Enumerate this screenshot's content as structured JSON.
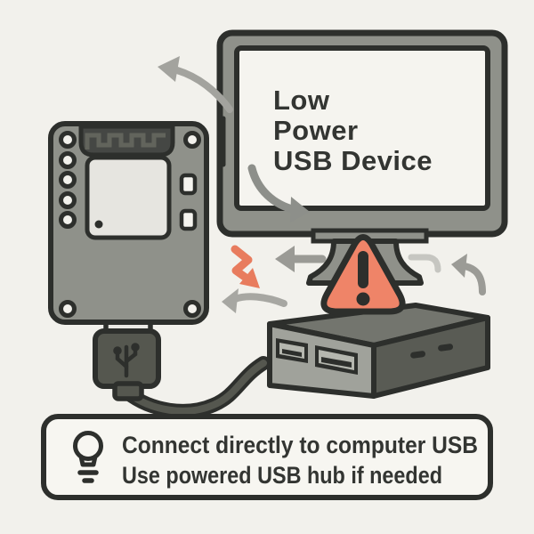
{
  "illustration": {
    "title": "Low Power USB Device warning diagram",
    "screen": {
      "lines": [
        "Low",
        "Power",
        "USB Device"
      ]
    },
    "tip": {
      "lines": [
        "Connect directly to computer USB",
        "Use powered USB hub if needed"
      ]
    },
    "devices": {
      "monitor": "computer-monitor",
      "board": "usb-dev-board",
      "hub": "usb-hub-two-ports",
      "cable": "usb-cable"
    },
    "icons": {
      "warning": "warning-triangle-exclamation-icon",
      "bulb": "lightbulb-icon",
      "usb": "usb-trident-icon",
      "power_flicker": "zigzag-power-arrow-icon"
    }
  },
  "colors": {
    "background": "#f2f1ec",
    "outline": "#2d2f2c",
    "device_gray": "#8f918a",
    "screen_bg": "#f5f4ef",
    "text": "#333532",
    "warning_fill": "#ef8468",
    "warning_arrow": "#e87c5e",
    "hub_front": "#a0a29b",
    "hub_top": "#73756e",
    "hub_side": "#595b54",
    "plug_dark": "#55574f",
    "chip_light": "#e6e5e0",
    "antenna_block": "#454744",
    "arrow_gray_dark": "#8d8f8a",
    "arrow_gray_mid": "#9a9a95",
    "arrow_gray_light": "#a7a7a2",
    "arrow_gray_faint": "#c6c6c1"
  }
}
